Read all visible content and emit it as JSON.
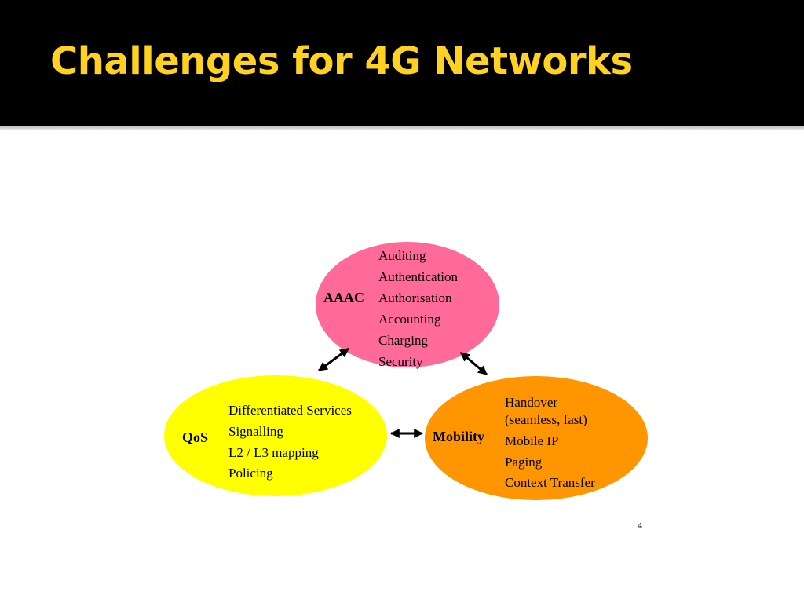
{
  "slide": {
    "title": "Challenges for 4G Networks",
    "title_color": "#FFD21F",
    "page_number": "4"
  },
  "diagram": {
    "aaac": {
      "label": "AAAC",
      "color": "#FF6A9A",
      "items": [
        "Auditing",
        "Authentication",
        "Authorisation",
        "Accounting",
        "Charging",
        "Security"
      ]
    },
    "qos": {
      "label": "QoS",
      "color": "#FFFF00",
      "items": [
        "Differentiated Services",
        "Signalling",
        "L2 / L3 mapping",
        "Policing"
      ]
    },
    "mobility": {
      "label": "Mobility",
      "color": "#FF9500",
      "items": [
        "Handover",
        "(seamless, fast)",
        "Mobile IP",
        "Paging",
        "Context Transfer"
      ]
    }
  }
}
